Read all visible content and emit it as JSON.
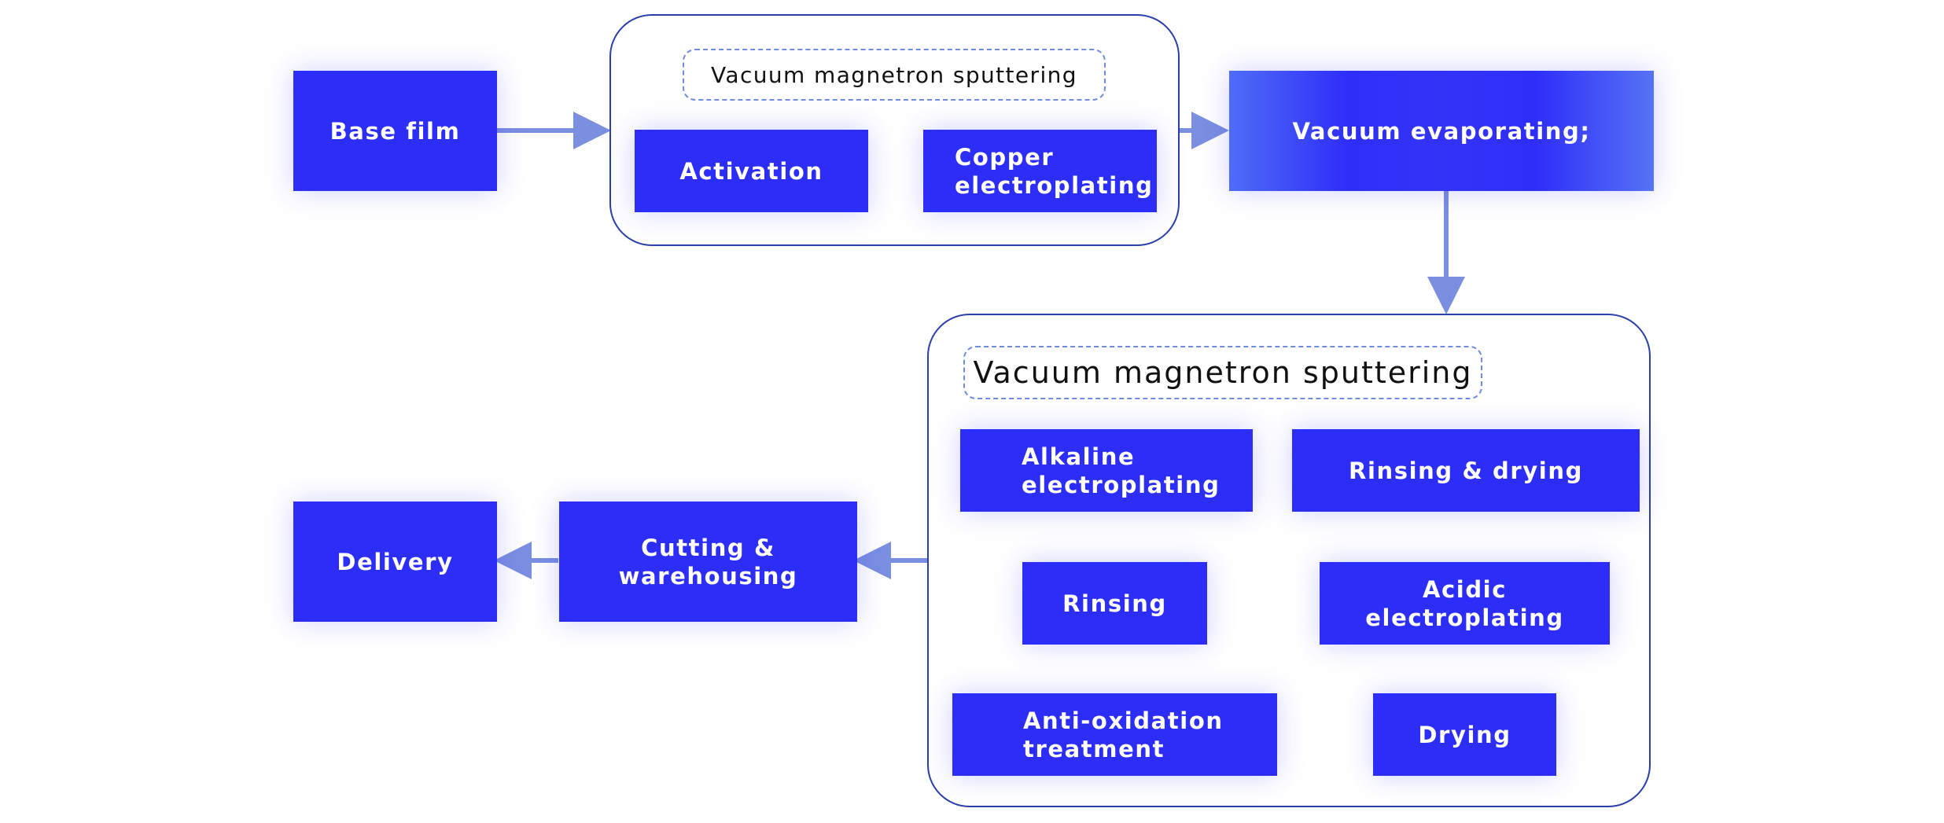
{
  "diagram": {
    "groups": {
      "upper_label": "Vacuum magnetron sputtering",
      "lower_label": "Vacuum magnetron sputtering"
    },
    "nodes": {
      "base_film": "Base film",
      "activation": "Activation",
      "copper_electroplating": "Copper electroplating",
      "vacuum_evaporating": "Vacuum evaporating;",
      "alkaline_electroplating": "Alkaline electroplating",
      "rinsing_drying": "Rinsing & drying",
      "acidic_electroplating": "Acidic electroplating",
      "rinsing": "Rinsing",
      "anti_oxidation": "Anti-oxidation treatment",
      "drying": "Drying",
      "cutting_warehousing": "Cutting & warehousing",
      "delivery": "Delivery"
    },
    "colors": {
      "box": "#2d2df8",
      "box_text": "#ffffff",
      "arrow": "#7a8fe0",
      "group_border": "#2b3fa8",
      "label_border": "#6f8ae0"
    }
  }
}
